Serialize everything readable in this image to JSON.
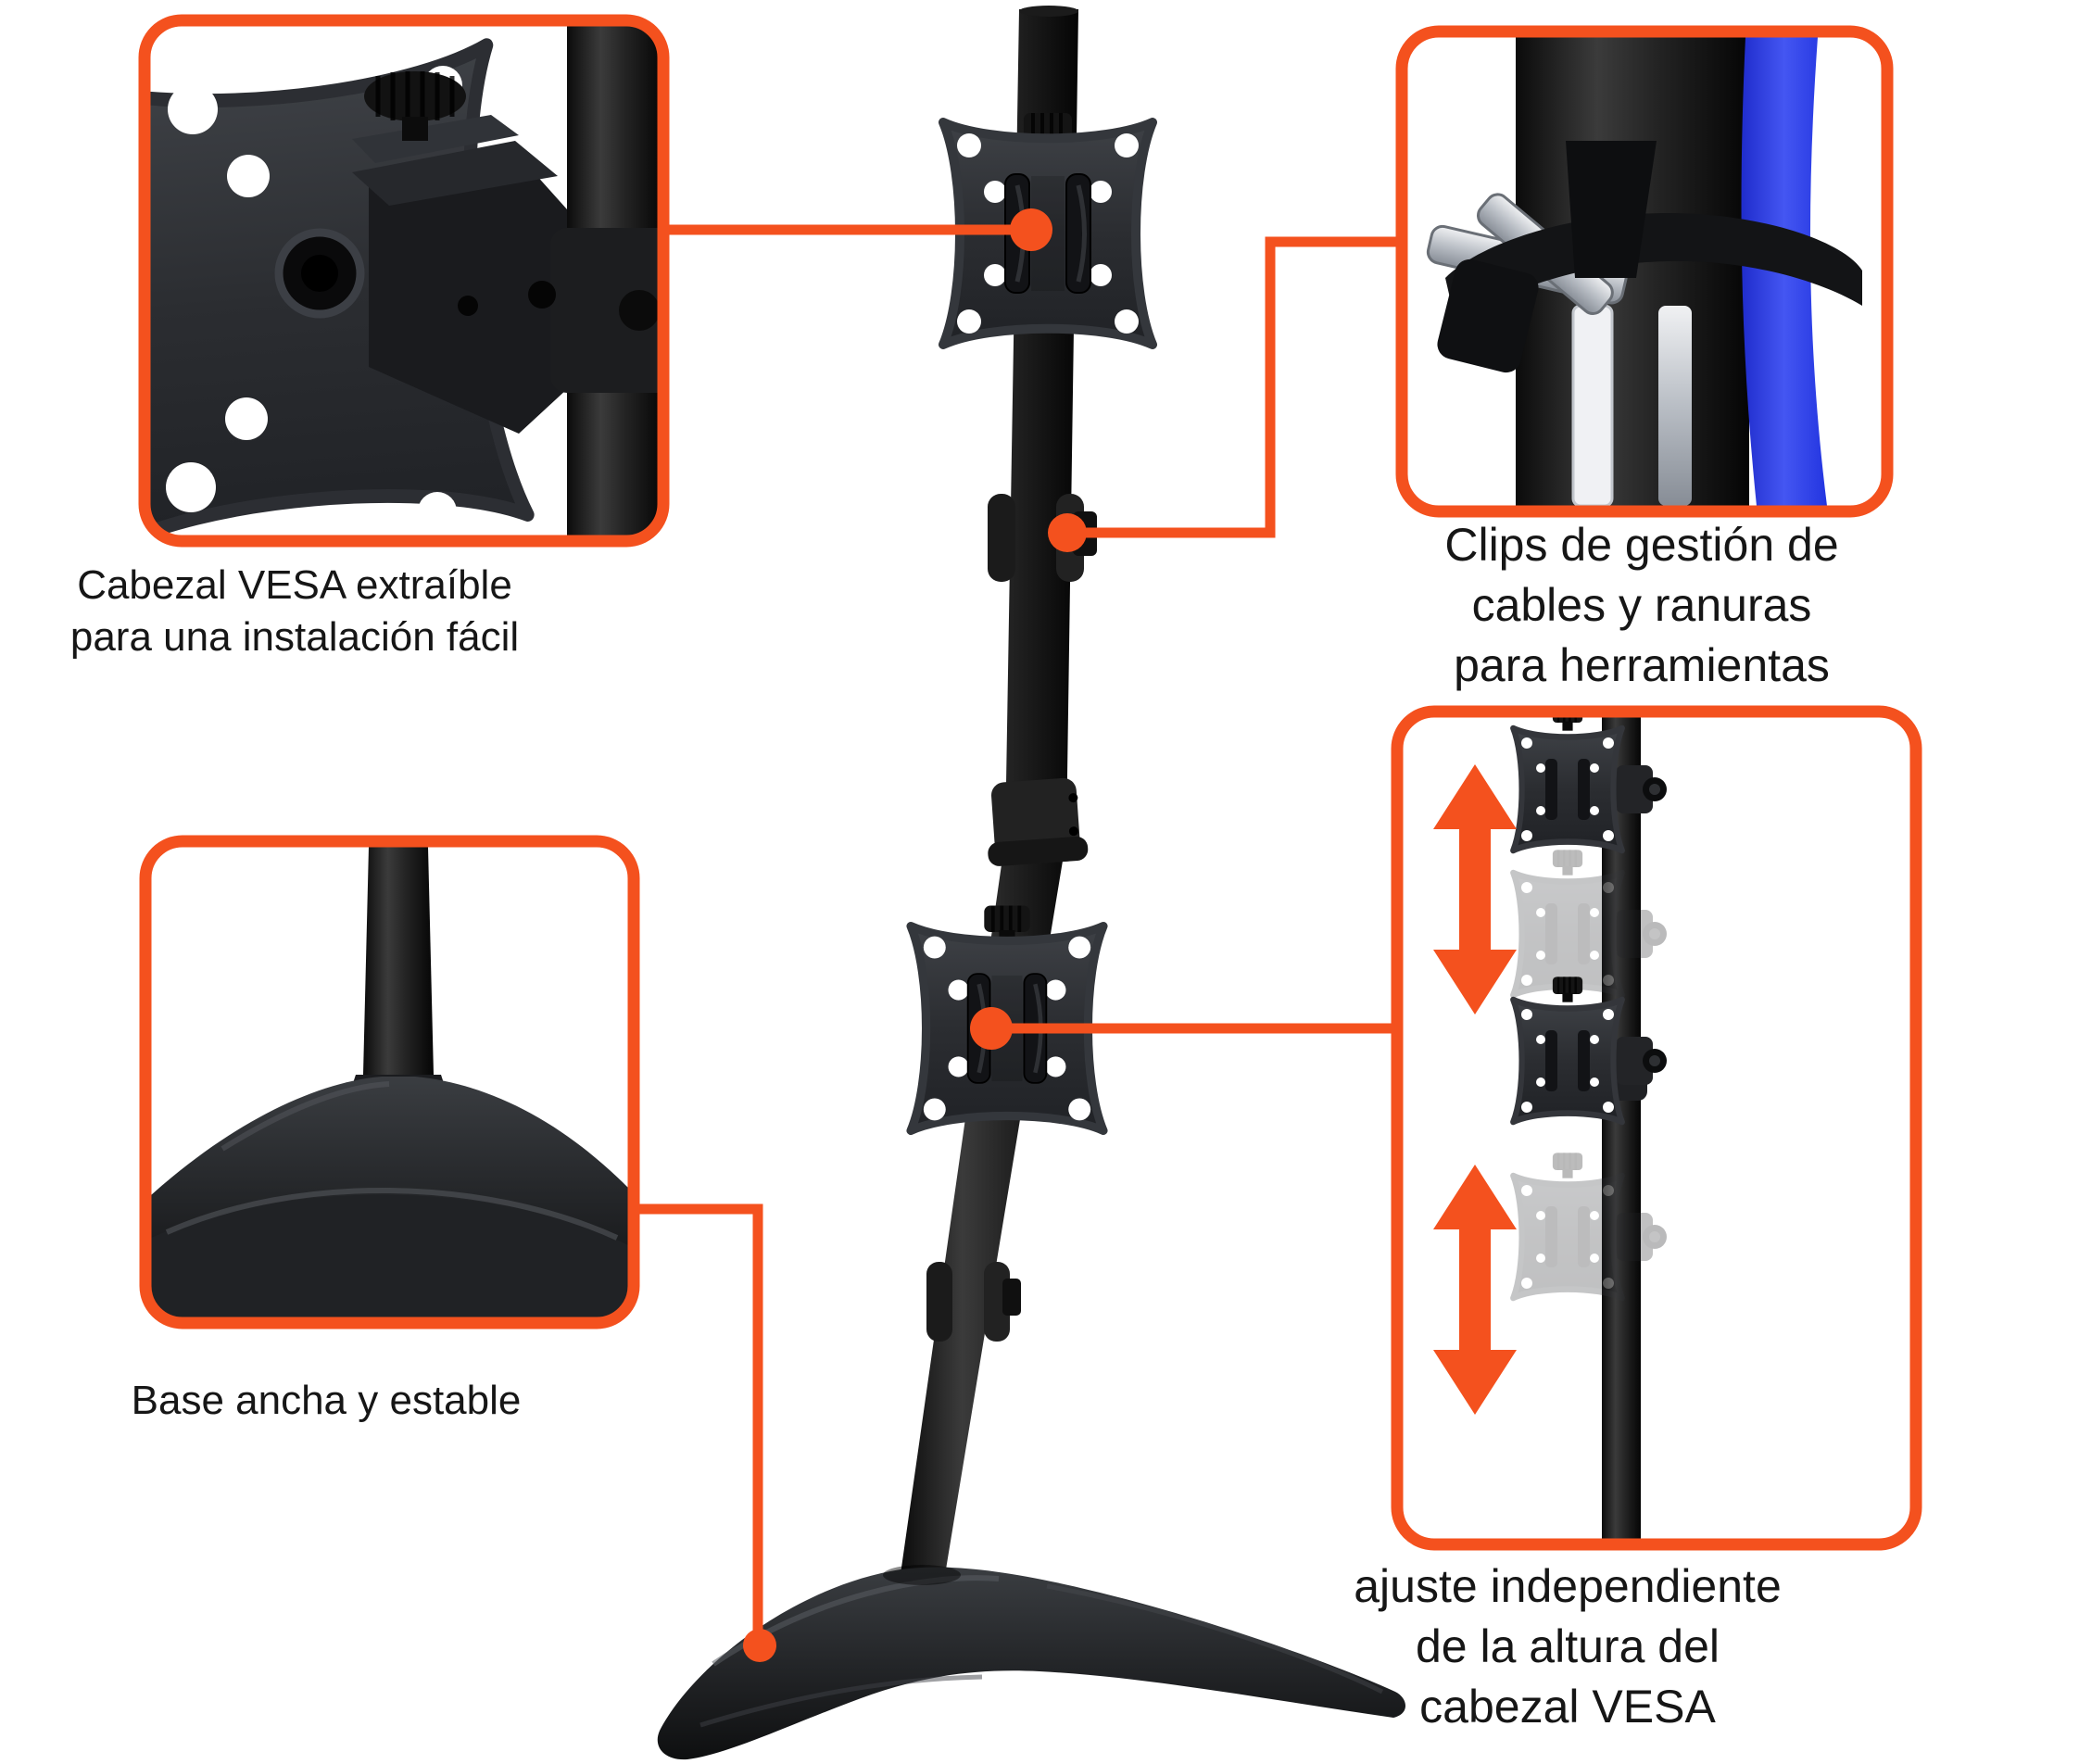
{
  "colors": {
    "accent": "#f4511e",
    "pole_black": "#1a1a1a",
    "plate_gray": "#2c2e32",
    "cable_blue": "#3347e8"
  },
  "icons": {
    "height_adjust_arrows": "double-vertical-arrow",
    "callout_connectors": "line-with-dot"
  },
  "callouts": {
    "vesa_head": {
      "caption_lines": [
        "Cabezal VESA extraíble",
        "para una instalación fácil"
      ]
    },
    "cable_clips": {
      "caption_lines": [
        "Clips de gestión de",
        "cables y ranuras",
        "para herramientas"
      ]
    },
    "base": {
      "caption_lines": [
        "Base ancha y estable"
      ]
    },
    "height_adjust": {
      "caption_lines": [
        "ajuste independiente",
        "de la altura del",
        "cabezal VESA"
      ]
    }
  }
}
